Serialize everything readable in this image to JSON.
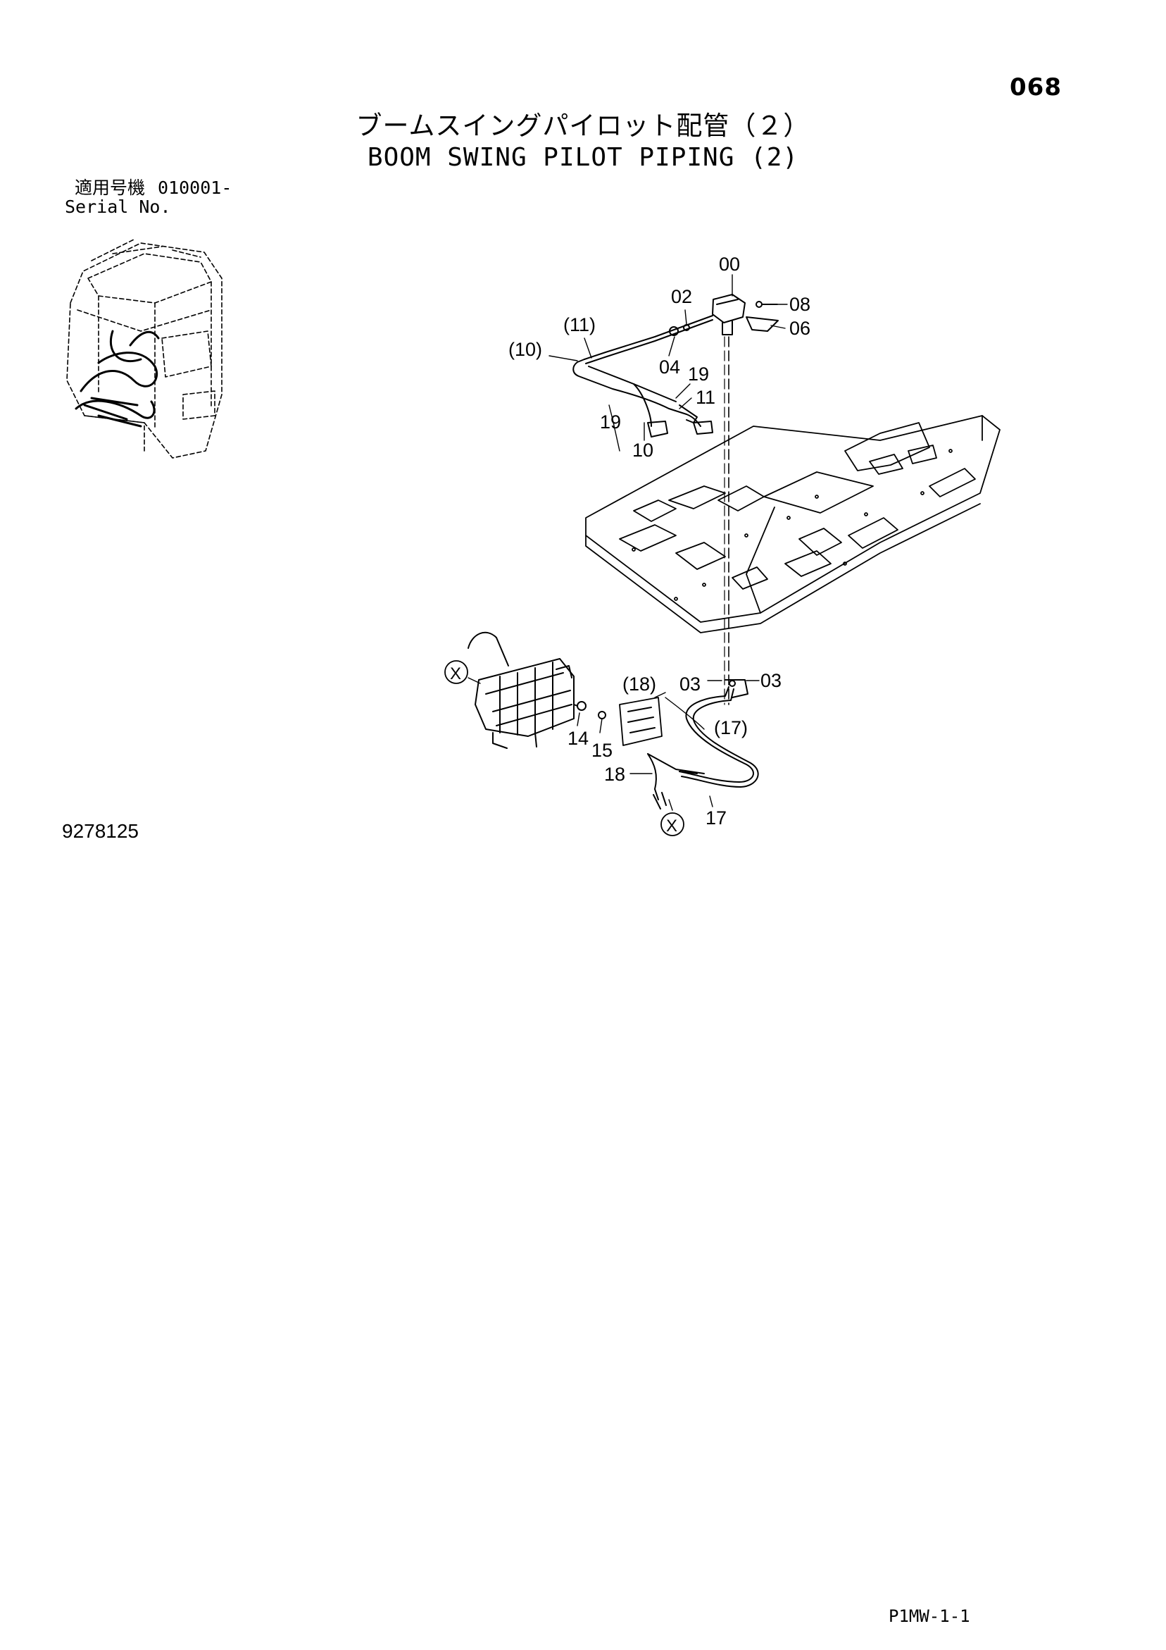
{
  "page_number": "068",
  "title_ja": "ブームスイングパイロット配管（２）",
  "title_en": "BOOM SWING PILOT PIPING (2)",
  "serial": {
    "label_ja": "適用号機",
    "label_en": "Serial No.",
    "value": "010001-"
  },
  "drawing_number": "9278125",
  "page_code": "P1MW-1-1",
  "callouts": {
    "c00": "00",
    "c02": "02",
    "c08": "08",
    "c06": "06",
    "c11p": "(11)",
    "c10p": "(10)",
    "c04": "04",
    "c19a": "19",
    "c11": "11",
    "c19b": "19",
    "c10": "10",
    "c18p": "(18)",
    "c03a": "03",
    "c03b": "03",
    "c17p": "(17)",
    "c14": "14",
    "c15": "15",
    "c18": "18",
    "c17": "17",
    "x1": "X",
    "x2": "X"
  }
}
